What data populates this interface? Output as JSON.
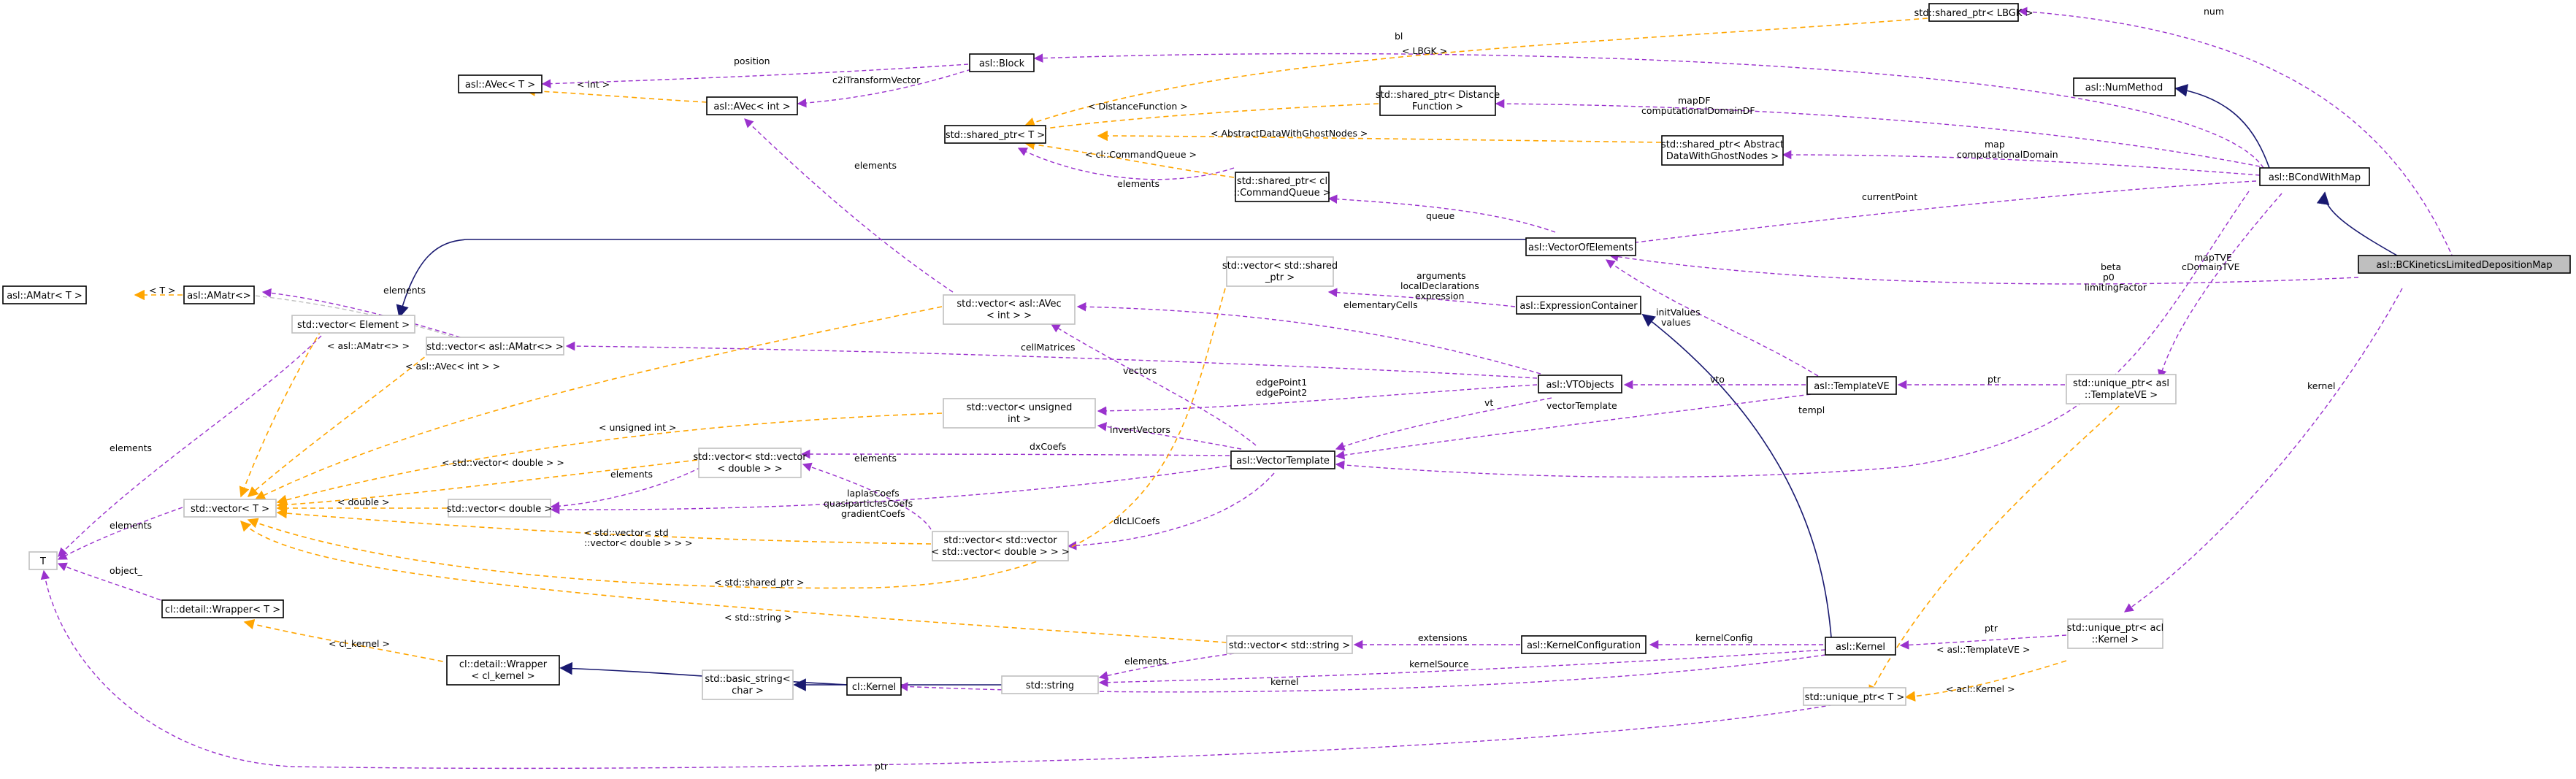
{
  "nodes": {
    "lbgk": "std::shared_ptr< LBGK >",
    "block": "asl::Block",
    "avec_t": "asl::AVec< T >",
    "avec_int": "asl::AVec< int >",
    "numMethod": "asl::NumMethod",
    "sp_distFn": [
      "std::shared_ptr< Distance",
      "Function >"
    ],
    "sp_t": "std::shared_ptr< T >",
    "sp_abstract": [
      "std::shared_ptr< Abstract",
      "DataWithGhostNodes >"
    ],
    "bcond": "asl::BCondWithMap",
    "sp_cmdq": [
      "std::shared_ptr< cl",
      "::CommandQueue >"
    ],
    "voe": "asl::VectorOfElements",
    "focus": "asl::BCKineticsLimitedDepositionMap",
    "amatr_t": "asl::AMatr< T >",
    "amatr": "asl::AMatr<>",
    "vec_element": "std::vector< Element >",
    "vec_amatr": "std::vector< asl::AMatr<> >",
    "vec_avec": [
      "std::vector< asl::AVec",
      "< int > >"
    ],
    "vec_sp": [
      "std::vector< std::shared",
      "_ptr >"
    ],
    "exprc": "asl::ExpressionContainer",
    "vtobj": "asl::VTObjects",
    "templve": "asl::TemplateVE",
    "up_templve": [
      "std::unique_ptr< asl",
      "::TemplateVE >"
    ],
    "vec_uint": [
      "std::vector< unsigned",
      "int >"
    ],
    "vectemplate": "asl::VectorTemplate",
    "vec_vec_double": [
      "std::vector< std::vector",
      "< double > >"
    ],
    "vec_t": "std::vector< T >",
    "vec_double": "std::vector< double >",
    "vec_vec_vec": [
      "std::vector< std::vector",
      "< std::vector< double > > >"
    ],
    "t": "T",
    "wrapper_t": "cl::detail::Wrapper< T >",
    "wrapper_kernel": [
      "cl::detail::Wrapper",
      "< cl_kernel >"
    ],
    "vec_string": "std::vector< std::string >",
    "kconfig": "asl::KernelConfiguration",
    "akernel": "asl::Kernel",
    "up_kernel": [
      "std::unique_ptr< acl",
      "::Kernel >"
    ],
    "basic_string": [
      "std::basic_string<",
      "char >"
    ],
    "string": "std::string",
    "clkernel": "cl::Kernel",
    "up_t": "std::unique_ptr< T >"
  },
  "edges": {
    "num": "num",
    "bl": "bl",
    "lbgk_tmpl": "< LBGK >",
    "position": "position",
    "c2iTransformVector": "c2iTransformVector",
    "int_tmpl": "< int >",
    "distFn_tmpl": "< DistanceFunction >",
    "abstract_tmpl": "< AbstractDataWithGhostNodes >",
    "cmdq_tmpl": "< cl::CommandQueue >",
    "elements": "elements",
    "mapDF": "mapDF",
    "computationalDomainDF": "computationalDomainDF",
    "map": "map",
    "computationalDomain": "computationalDomain",
    "currentPoint": "currentPoint",
    "queue": "queue",
    "mapTVE": "mapTVE",
    "cDomainTVE": "cDomainTVE",
    "beta": "beta",
    "p0": "p0",
    "limitingFactor": "limitingFactor",
    "kernel": "kernel",
    "t_tmpl": "< T >",
    "arguments": "arguments",
    "localDeclarations": "localDeclarations",
    "expression": "expression",
    "elementaryCells": "elementaryCells",
    "cellMatrices": "cellMatrices",
    "amatr_tmpl": "< asl::AMatr<> >",
    "avec_tmpl": "< asl::AVec< int > >",
    "initValues": "initValues",
    "values": "values",
    "edgePoint1": "edgePoint1",
    "edgePoint2": "edgePoint2",
    "vto": "vto",
    "ptr": "ptr",
    "vt": "vt",
    "vectorTemplate": "vectorTemplate",
    "templ": "templ",
    "uint_tmpl": "< unsigned int >",
    "invertVectors": "invertVectors",
    "vectors": "vectors",
    "dxCoefs": "dxCoefs",
    "vecdouble_tmpl": "< std::vector< double > >",
    "double_tmpl": "< double >",
    "laplasCoefs": "laplasCoefs",
    "quasiparticlesCoefs": "quasiparticlesCoefs",
    "gradientCoefs": "gradientCoefs",
    "vecvec_tmpl": [
      "< std::vector< std",
      "::vector< double > > >"
    ],
    "dlcLlCoefs": "dlcLlCoefs",
    "sharedptr_tmpl": "< std::shared_ptr >",
    "object_": "object_",
    "string_tmpl": "< std::string >",
    "clkernel_tmpl": "< cl_kernel >",
    "extensions": "extensions",
    "kernelConfig": "kernelConfig",
    "kernelSource": "kernelSource",
    "templateVE_tmpl": "< asl::TemplateVE >",
    "akernel_tmpl": "< acl::Kernel >"
  }
}
